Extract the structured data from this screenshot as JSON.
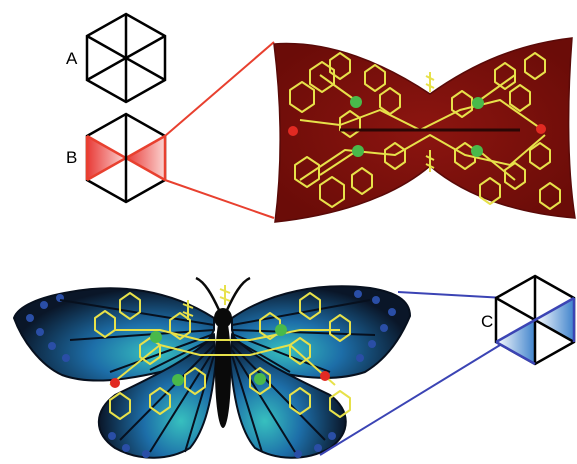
{
  "labels": {
    "a": "A",
    "b": "B",
    "c": "C"
  },
  "colors": {
    "bowtie_fill": "#7d100c",
    "bowtie_dark": "#5a0a08",
    "zoom_line_red": "#e8402f",
    "highlight_red": "#f07a76",
    "zoom_line_blue": "#3b44b4",
    "highlight_blue": "#5a8fd0",
    "wing_dark": "#0a1220",
    "wing_blue": "#1f5c9a",
    "wing_teal": "#2aa7b2",
    "molecule_yellow": "#e7e14a",
    "node_green": "#49b94b",
    "node_red": "#e12a22"
  },
  "icons": [
    "hexagon-icon-a",
    "hexagon-icon-b",
    "hexagon-icon-c",
    "bowtie-molecule",
    "butterfly-molecule"
  ]
}
